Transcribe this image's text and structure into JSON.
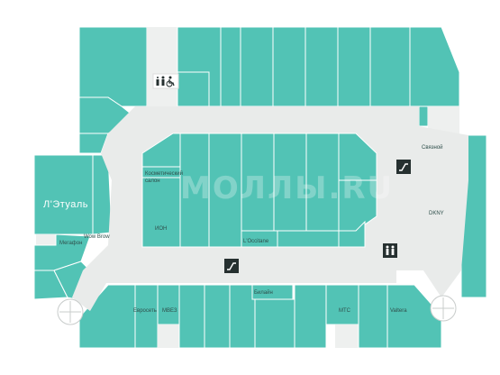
{
  "map": {
    "watermark": "МОЛЛЫ.RU",
    "colors": {
      "shop": "#52c3b5",
      "corridor": "#e9ebea",
      "icon_box": "#263030",
      "label": "#2f4f4b"
    },
    "stores": {
      "cosmetic_salon": "Косметический салон",
      "ion": "ИОН",
      "loccitane": "L'Occitane",
      "etoile": "Л'Этуаль",
      "wow_brow": "Wow Brow",
      "megafon": "Мегафон",
      "evroset": "Евросеть",
      "mvideo": "МВЕЗ",
      "beeline": "Билайн",
      "mts": "МТС",
      "valtera": "Valtera",
      "svyaznoy": "Связной",
      "dkny": "DKNY"
    },
    "icons": {
      "restroom": "restroom-icon",
      "accessible": "accessible-icon",
      "escalator": "escalator-icon"
    }
  }
}
